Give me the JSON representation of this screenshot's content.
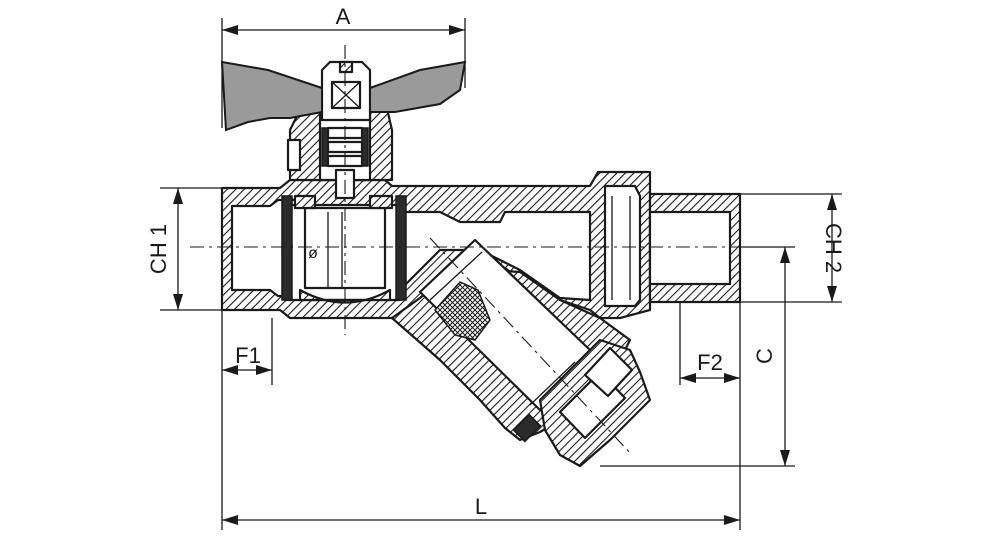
{
  "dimensions": {
    "A": "A",
    "CH1": "CH 1",
    "CH2": "CH 2",
    "F1": "F1",
    "F2": "F2",
    "C": "C",
    "L": "L",
    "bore": "ø"
  }
}
